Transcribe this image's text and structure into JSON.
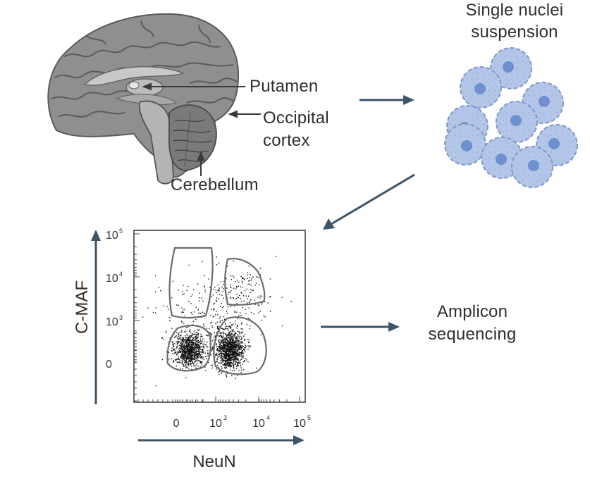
{
  "brain": {
    "labels": {
      "putamen": "Putamen",
      "occipital_line1": "Occipital",
      "occipital_line2": "cortex",
      "cerebellum": "Cerebellum"
    }
  },
  "suspension": {
    "title_line1": "Single nuclei",
    "title_line2": "suspension"
  },
  "amplicon": {
    "line1": "Amplicon",
    "line2": "sequencing"
  },
  "flow_plot": {
    "y_axis_label": "C-MAF",
    "x_axis_label": "NeuN",
    "y_ticks": [
      {
        "base": "10",
        "exp": "5"
      },
      {
        "base": "10",
        "exp": "4"
      },
      {
        "base": "10",
        "exp": "3"
      },
      {
        "base": "0",
        "exp": ""
      }
    ],
    "x_ticks": [
      {
        "base": "0",
        "exp": ""
      },
      {
        "base": "10",
        "exp": "3"
      },
      {
        "base": "10",
        "exp": "4"
      },
      {
        "base": "10",
        "exp": "5"
      }
    ]
  },
  "colors": {
    "arrow": "#3d5366",
    "nuclei_fill": "#b3c6e8",
    "nuclei_edge": "#7f98cc",
    "nucleolus": "#6e8fd0",
    "brain_gray": "#8c8c8c",
    "gate_stroke": "#6b6b6b"
  }
}
